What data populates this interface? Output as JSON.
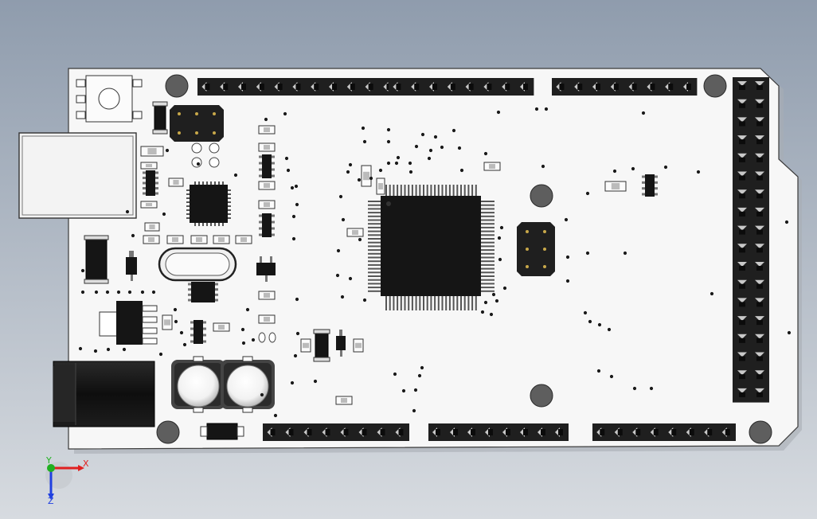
{
  "viewport": {
    "background_top": "#8f9cad",
    "background_bottom": "#d7dbe0"
  },
  "colors": {
    "board": "#f7f7f7",
    "board_edge": "#3a3a3a",
    "header_black": "#1f1f1f",
    "pin_dark": "#0b0b0b",
    "pin_light": "#c9c9c9",
    "chip_black": "#151515",
    "hole_gray": "#5e5e5e",
    "gold": "#c8a84a",
    "axis_x": "#e02020",
    "axis_y": "#20b020",
    "axis_z": "#2040e0"
  },
  "icons": {
    "board": "arduino-mega-pcb-icon",
    "usb": "usb-b-connector-icon",
    "dc_jack": "dc-barrel-jack-icon",
    "reset": "tactile-switch-icon",
    "mcu": "tqfp100-chip-icon",
    "crystal": "crystal-oscillator-icon",
    "capacitor": "electrolytic-capacitor-icon",
    "triad": "coordinate-triad-icon"
  },
  "triad": {
    "x_label": "X",
    "y_label": "Y",
    "z_label": "Z"
  }
}
